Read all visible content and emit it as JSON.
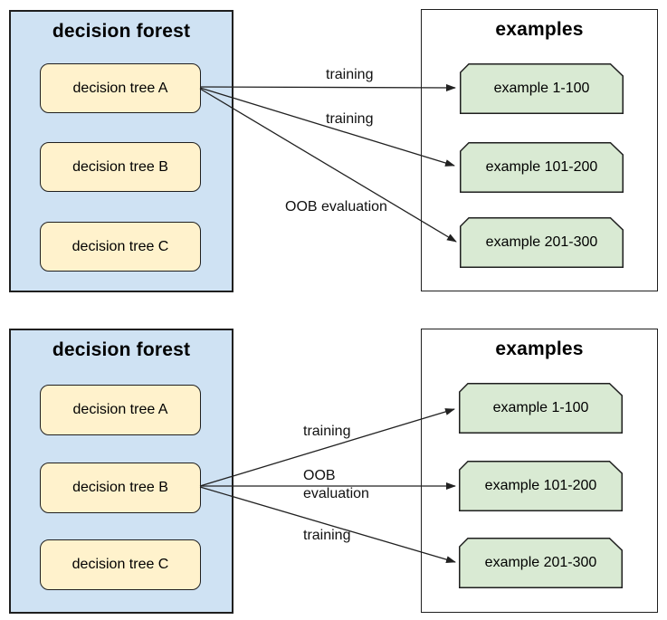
{
  "colors": {
    "forest_fill": "#cfe2f3",
    "tree_fill": "#fff2cc",
    "example_fill": "#d9ead3",
    "examples_box_fill": "#ffffff",
    "border": "#1f1f1f",
    "arrow": "#212121",
    "text": "#000000"
  },
  "panels": [
    {
      "forest": {
        "title": "decision forest",
        "trees": [
          {
            "label": "decision tree A"
          },
          {
            "label": "decision tree B"
          },
          {
            "label": "decision tree C"
          }
        ]
      },
      "examples": {
        "title": "examples",
        "cards": [
          {
            "label": "example 1-100"
          },
          {
            "label": "example 101-200"
          },
          {
            "label": "example 201-300"
          }
        ]
      },
      "arrows": [
        {
          "label": "training",
          "from": "decision tree A",
          "to": "example 1-100"
        },
        {
          "label": "training",
          "from": "decision tree A",
          "to": "example 101-200"
        },
        {
          "label": "OOB evaluation",
          "from": "decision tree A",
          "to": "example 201-300"
        }
      ]
    },
    {
      "forest": {
        "title": "decision forest",
        "trees": [
          {
            "label": "decision tree A"
          },
          {
            "label": "decision tree B"
          },
          {
            "label": "decision tree C"
          }
        ]
      },
      "examples": {
        "title": "examples",
        "cards": [
          {
            "label": "example 1-100"
          },
          {
            "label": "example 101-200"
          },
          {
            "label": "example 201-300"
          }
        ]
      },
      "arrows": [
        {
          "label": "training",
          "from": "decision tree B",
          "to": "example 1-100"
        },
        {
          "label": "OOB evaluation",
          "from": "decision tree B",
          "to": "example 101-200"
        },
        {
          "label": "training",
          "from": "decision tree B",
          "to": "example 201-300"
        }
      ]
    }
  ]
}
